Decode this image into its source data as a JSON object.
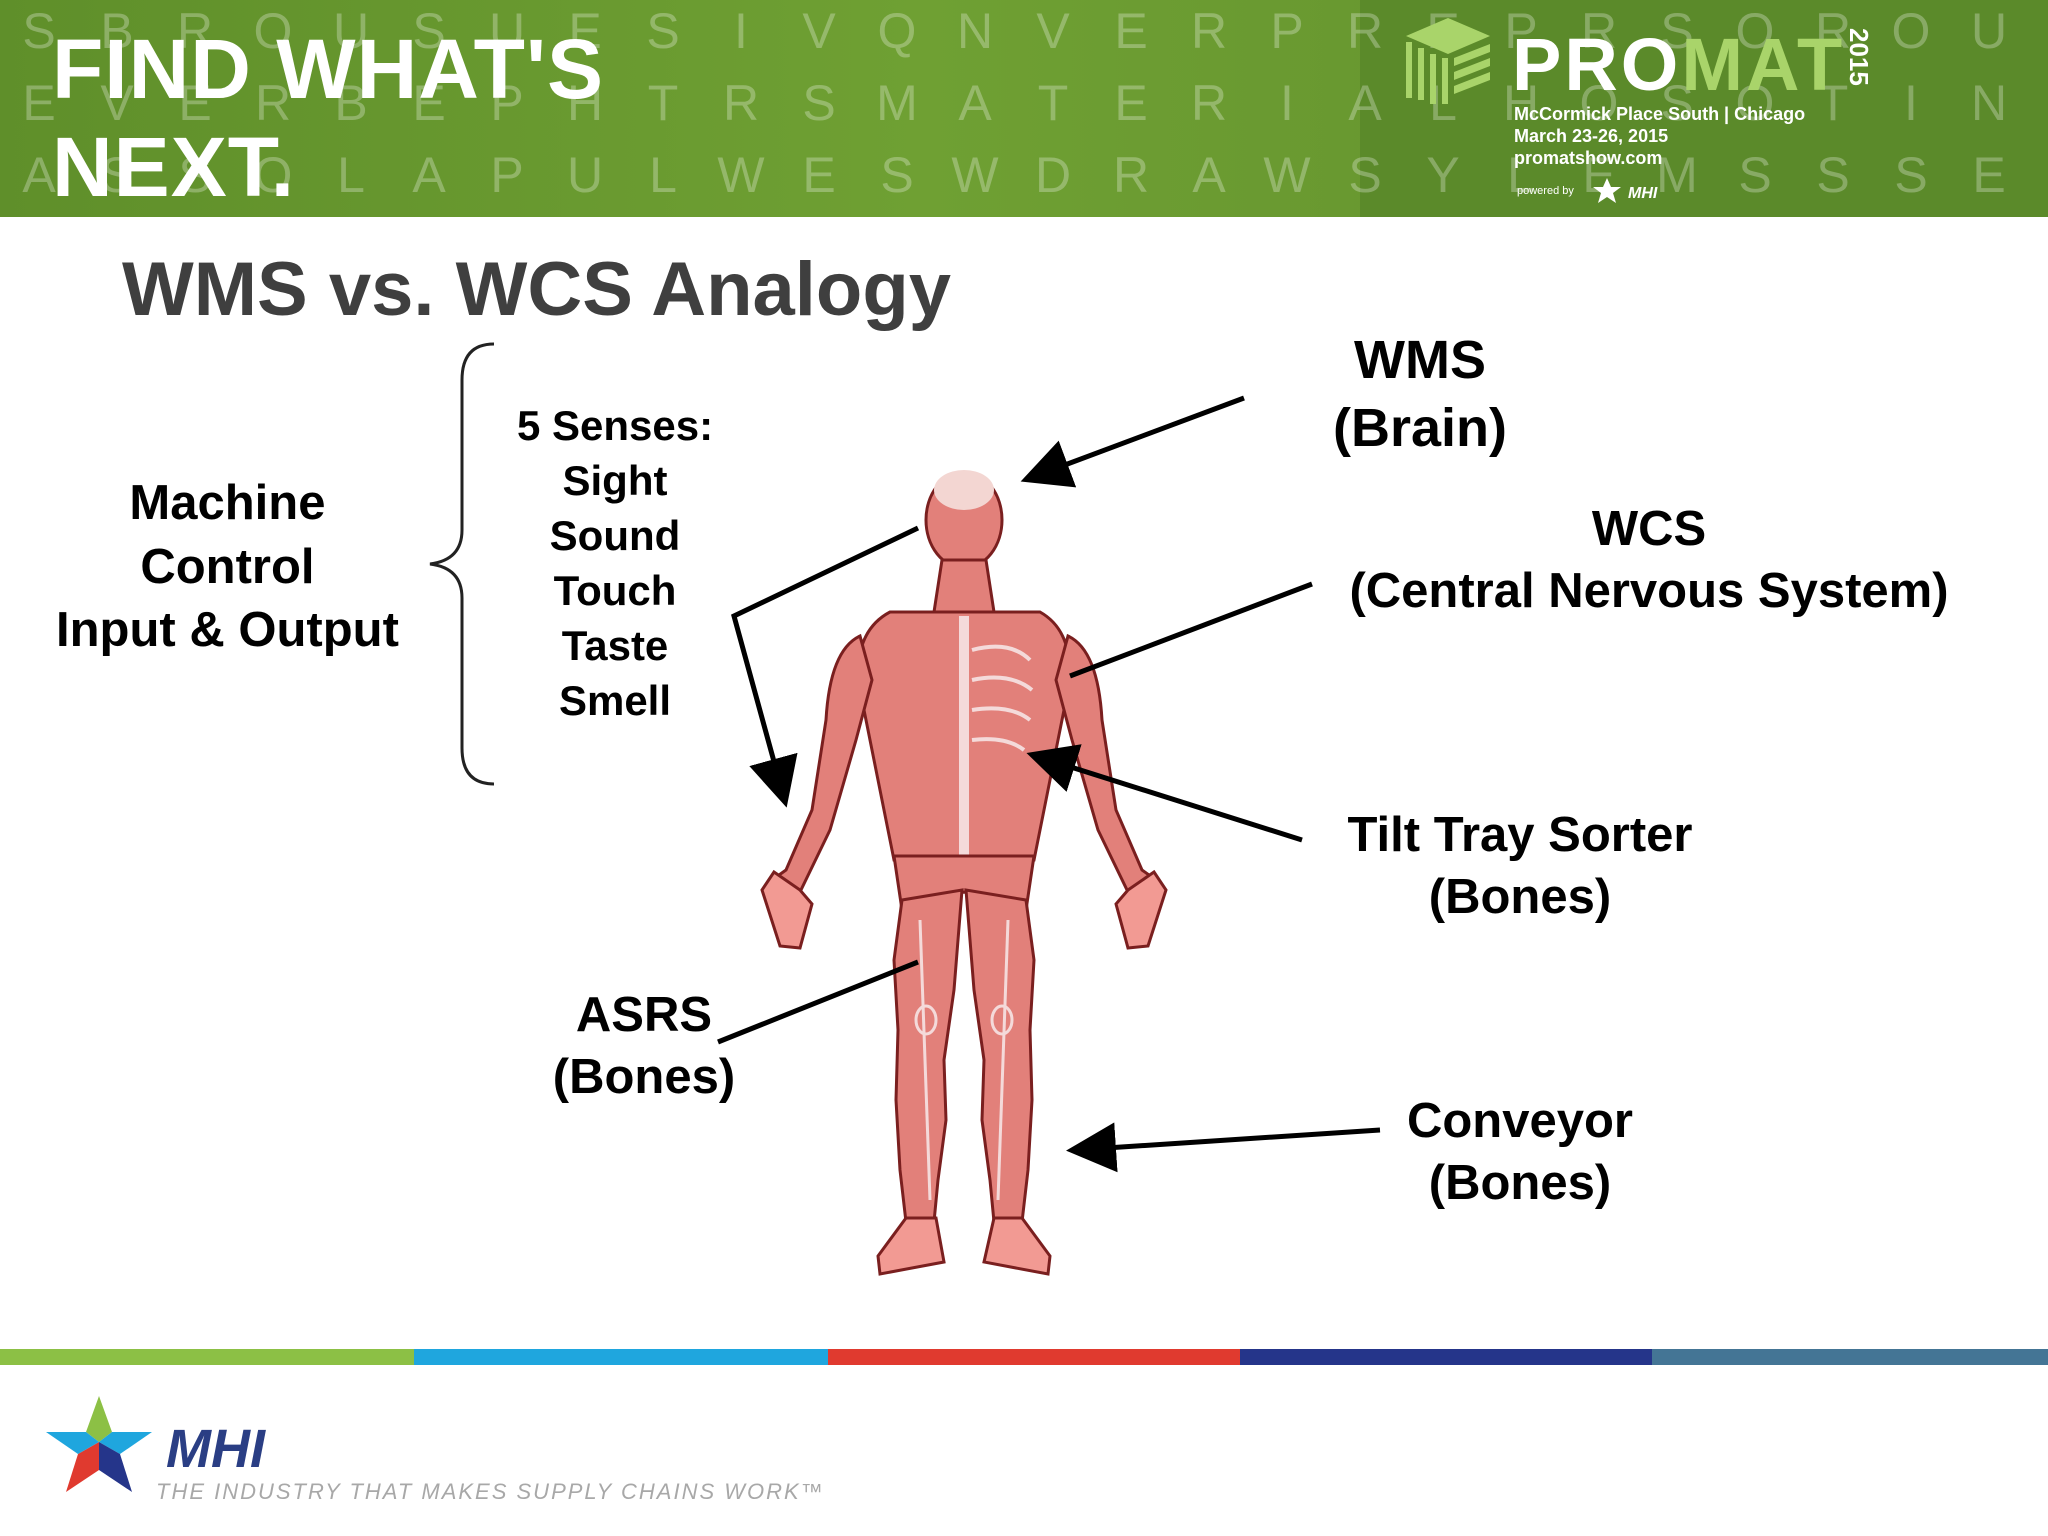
{
  "banner": {
    "title_line1": "FIND WHAT'S",
    "title_line2": "NEXT.",
    "letter_rows": [
      "SBROUSUESIVQNVERPREPRSOROUS",
      "EVERBEPHTRSMATERIALHOSOTING",
      "ASSOLAPULWESWDRAWSYLEMSSSEA"
    ],
    "event": {
      "name_part1": "PRO",
      "name_part2": "MAT",
      "year": "2015",
      "venue": "McCormick Place South | Chicago",
      "dates": "March 23-26, 2015",
      "website": "promatshow.com",
      "powered_by": "powered by",
      "powered_by_brand": "MHI"
    },
    "colors": {
      "green": "#6fa033",
      "accent_green": "#a9d46a"
    }
  },
  "slide": {
    "title": "WMS vs. WCS Analogy",
    "left_group": [
      "Machine",
      "Control",
      "Input & Output"
    ],
    "senses": [
      "5 Senses:",
      "Sight",
      "Sound",
      "Touch",
      "Taste",
      "Smell"
    ],
    "labels": {
      "wms": [
        "WMS",
        "(Brain)"
      ],
      "wcs": [
        "WCS",
        "(Central Nervous System)"
      ],
      "tilt_tray": [
        "Tilt Tray Sorter",
        "(Bones)"
      ],
      "asrs": [
        "ASRS",
        "(Bones)"
      ],
      "conveyor": [
        "Conveyor",
        "(Bones)"
      ]
    }
  },
  "footer": {
    "brand": "MHI",
    "tagline": "THE INDUSTRY THAT MAKES SUPPLY CHAINS WORK™",
    "stripe_colors": [
      "#8cc045",
      "#1fa6de",
      "#e03a2f",
      "#25358a",
      "#447595"
    ]
  }
}
